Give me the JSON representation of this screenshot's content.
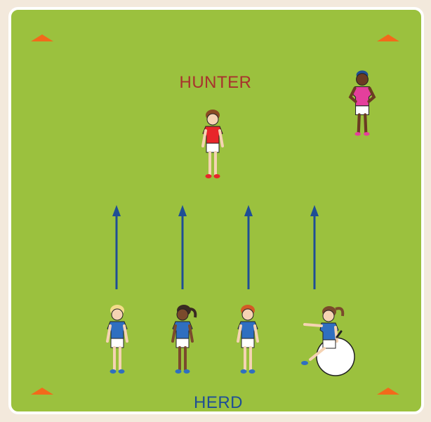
{
  "labels": {
    "hunter": "HUNTER",
    "herd": "HERD"
  },
  "colors": {
    "field": "#9bc13e",
    "field_border": "#ffffff",
    "background": "#f3e9dc",
    "cone": "#f26a1b",
    "arrow": "#1f4e95",
    "hunter_label": "#a8322d",
    "herd_label": "#1f4e95",
    "hunter_shirt": "#e8262a",
    "herd_shirt": "#2f6fc0",
    "coach_shirt": "#e43f9c"
  },
  "figures": [
    {
      "role": "coach",
      "icon": "coach-figure-icon"
    },
    {
      "role": "hunter",
      "icon": "hunter-player-icon"
    },
    {
      "role": "herd",
      "icon": "herd-player-icon"
    },
    {
      "role": "herd",
      "icon": "herd-player-icon"
    },
    {
      "role": "herd",
      "icon": "herd-player-icon"
    },
    {
      "role": "herd",
      "icon": "wheelchair-player-icon"
    }
  ],
  "arrows": [
    {
      "direction": "up"
    },
    {
      "direction": "up"
    },
    {
      "direction": "up"
    },
    {
      "direction": "up"
    }
  ],
  "cones": [
    {
      "corner": "top-left"
    },
    {
      "corner": "top-right"
    },
    {
      "corner": "bottom-left"
    },
    {
      "corner": "bottom-right"
    }
  ]
}
